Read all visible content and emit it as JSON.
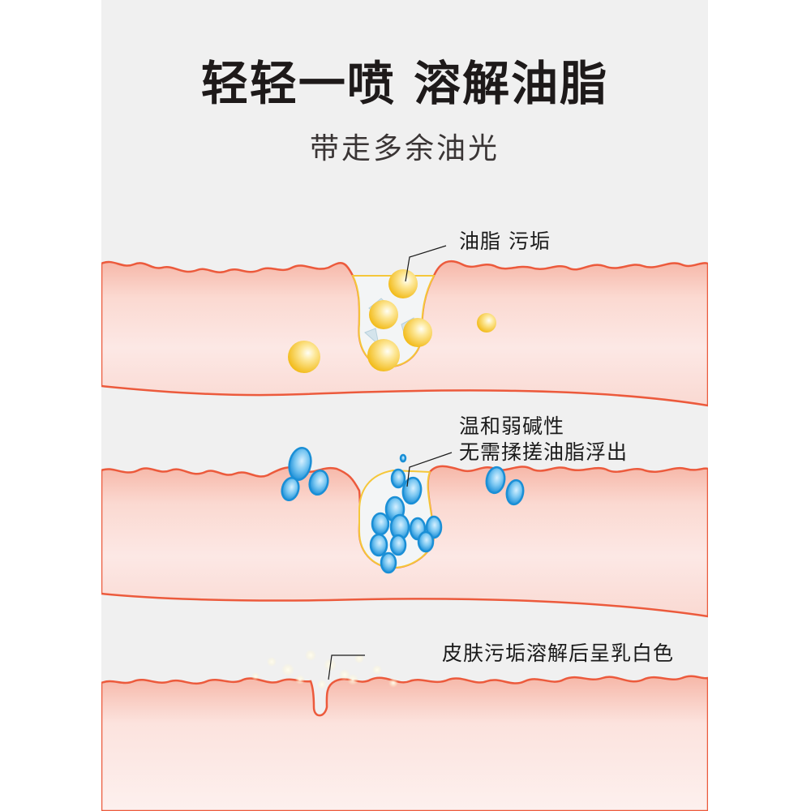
{
  "header": {
    "title": "轻轻一喷 溶解油脂",
    "subtitle": "带走多余油光"
  },
  "stages": [
    {
      "id": "stage-1",
      "label_lines": [
        "油脂 污垢"
      ],
      "particle": "oil-droplet",
      "particle_color": "#f7c830"
    },
    {
      "id": "stage-2",
      "label_lines": [
        "温和弱碱性",
        "无需揉搓油脂浮出"
      ],
      "particle": "cleanser-droplet",
      "particle_color": "#2a9fe0"
    },
    {
      "id": "stage-3",
      "label_lines": [
        "皮肤污垢溶解后呈乳白色"
      ],
      "particle": "milky-residue",
      "particle_color": "#fffbe8"
    }
  ],
  "colors": {
    "background": "#f0f0f0",
    "skin_edge": "#ec5a3c",
    "skin_fill": "#fbe0da",
    "text": "#1a1a1a"
  }
}
